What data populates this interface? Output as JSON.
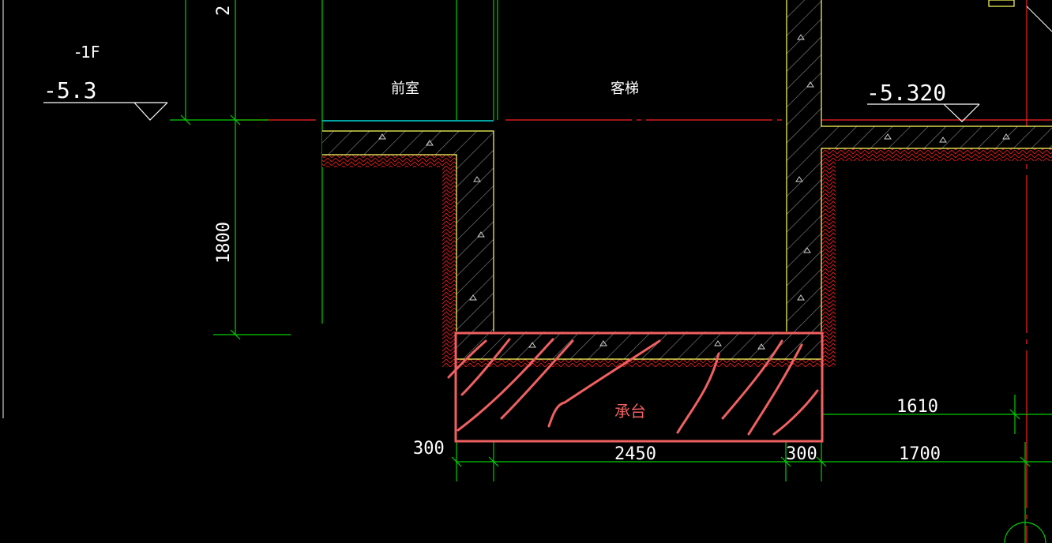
{
  "labels": {
    "floor": "-1F",
    "elev_left": "-5.3",
    "elev_right": "-5.320",
    "room_front": "前室",
    "room_elevator": "客梯",
    "annotation": "承台",
    "top_dim_fragment": "2"
  },
  "dimensions": {
    "vertical_1800": "1800",
    "left_300": "300",
    "pit_2450": "2450",
    "right_300": "300",
    "right_1700": "1700",
    "right_1610": "1610"
  },
  "colors": {
    "background": "#000000",
    "dimension_line": "#00d000",
    "axis_line": "#ff2020",
    "soil_hatch": "#e01818",
    "wall_outline": "#ffff60",
    "wall_hatch": "#9a9a9a",
    "annotation": "#f06060",
    "slab_top": "#00d8d8"
  }
}
